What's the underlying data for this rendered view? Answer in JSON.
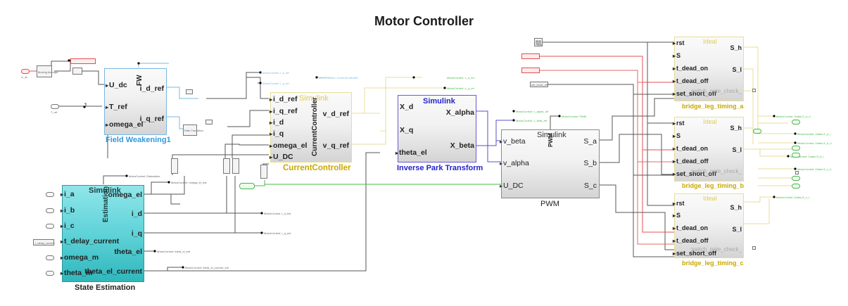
{
  "title": "Motor Controller",
  "colors": {
    "wire_default": "#555555",
    "wire_blue": "#5a4fcf",
    "wire_red": "#e05050",
    "wire_green": "#44bb44",
    "wire_yellow": "#e8dc9a",
    "wire_lightblue": "#7ab8e0",
    "field_weakening_label": "#3399dd",
    "current_controller_label": "#c9a800",
    "inverse_park_label": "#2222cc",
    "bridge_leg_label": "#c9a800",
    "state_estimation_fill": "#5fd3d8"
  },
  "blocks": {
    "field_weakening": {
      "label": "Field Weakening1",
      "vertical_text": "FW",
      "inputs": [
        "U_dc",
        "T_ref",
        "omega_el"
      ],
      "outputs": [
        "i_d_ref",
        "i_q_ref"
      ]
    },
    "current_controller": {
      "label": "CurrentController",
      "watermark": "Simulink",
      "vertical_text": "CurrentController",
      "inputs": [
        "i_d_ref",
        "i_q_ref",
        "i_d",
        "i_q",
        "omega_el",
        "U_DC"
      ],
      "outputs": [
        "v_d_ref",
        "v_q_ref"
      ]
    },
    "inverse_park": {
      "label": "Inverse Park Transform",
      "watermark": "Simulink",
      "inputs": [
        "X_d",
        "X_q",
        "theta_el"
      ],
      "outputs": [
        "X_alpha",
        "X_beta"
      ]
    },
    "pwm": {
      "label": "PWM",
      "watermark": "Simulink",
      "vertical_text": "PWM",
      "inputs": [
        "v_beta",
        "v_alpha",
        "U_DC"
      ],
      "outputs": [
        "S_a",
        "S_b",
        "S_c"
      ]
    },
    "state_estimation": {
      "label": "State Estimation",
      "watermark": "Simulink",
      "vertical_text": "Estimation",
      "inputs": [
        "i_a",
        "i_b",
        "i_c",
        "t_delay_current",
        "omega_m",
        "theta_m"
      ],
      "outputs": [
        "omega_el",
        "i_d",
        "i_q",
        "theta_el",
        "theta_el_current"
      ]
    },
    "bridge_legs": [
      {
        "label": "bridge_leg_timing_a",
        "watermark": "Ideal",
        "inputs": [
          "rst",
          "S",
          "t_dead_on",
          "t_dead_off",
          "set_short_off"
        ],
        "outputs": [
          "S_h",
          "S_l"
        ],
        "gray_output": "switch_gate_check_"
      },
      {
        "label": "bridge_leg_timing_b",
        "watermark": "Ideal",
        "inputs": [
          "rst",
          "S",
          "t_dead_on",
          "t_dead_off",
          "set_short_off"
        ],
        "outputs": [
          "S_h",
          "S_l"
        ],
        "gray_output": "switch_gate_check_"
      },
      {
        "label": "bridge_leg_timing_c",
        "watermark": "Ideal",
        "inputs": [
          "rst",
          "S",
          "t_dead_on",
          "t_dead_off",
          "set_short_off"
        ],
        "outputs": [
          "S_h",
          "S_l"
        ],
        "gray_output": "switch_gate_check_"
      }
    ]
  },
  "small_blocks": {
    "moving_average": "Moving Average",
    "rate_transition": "Rate Transition",
    "pulse_generator_icon": "pulse-generator",
    "t_delay_current_const": "t_delay_current",
    "set_short_off_const": "set_short_off"
  },
  "inports": {
    "left": [
      "U_dc",
      "T_ref"
    ],
    "state_estimation": [
      "i_a",
      "i_b",
      "i_c",
      "omega_m",
      "theta_m"
    ]
  },
  "signal_tags": {
    "motor_control": [
      "MotorControl: i_d_ref",
      "MotorControl: i_q_ref",
      "MotorControl: CurrentController",
      "MotorControl: v_d_ref",
      "MotorControl: v_q_ref",
      "MotorControl: v_alpha_ref",
      "MotorControl: v_beta_ref",
      "MotorControl: PWM",
      "MotorControl: Estimation",
      "MotorControl: omega_el_est",
      "MotorControl: i_d_est",
      "MotorControl: i_q_est",
      "MotorControl: theta_el_est",
      "MotorControl: theta_el_current_est"
    ],
    "gate_tags": [
      "MotorControl: Gates.S_a_h",
      "MotorControl: Gates.S_a_l",
      "MotorControl: Gates.S_b_h",
      "MotorControl: Gates.S_b_l",
      "MotorControl: Gates.S_c_h",
      "MotorControl: Gates.S_c_l"
    ]
  }
}
